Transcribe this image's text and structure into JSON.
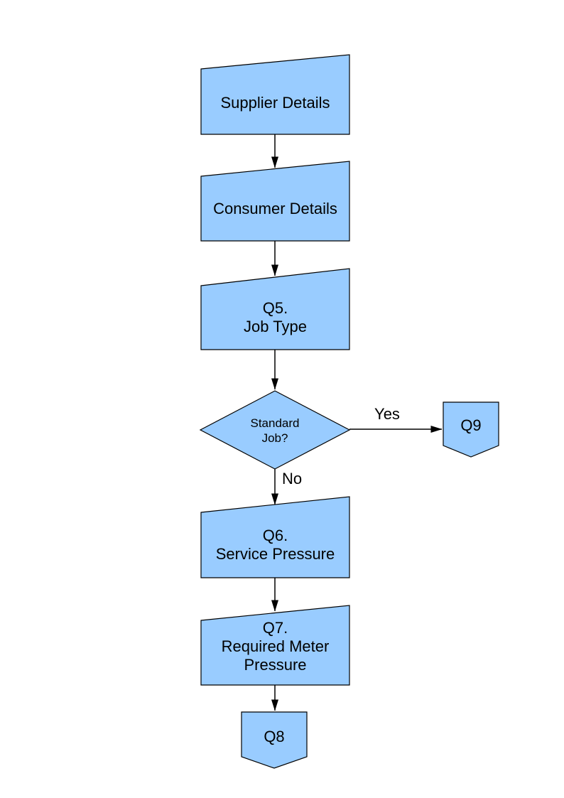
{
  "diagram": {
    "background": "#ffffff",
    "shape_fill": "#99ccff",
    "shape_stroke": "#000000",
    "text_color": "#000000",
    "nodes": {
      "supplier": {
        "label": "Supplier Details"
      },
      "consumer": {
        "label": "Consumer Details"
      },
      "q5": {
        "label": "Q5.\nJob Type"
      },
      "decision": {
        "label": "Standard\nJob?"
      },
      "q9": {
        "label": "Q9"
      },
      "q6": {
        "label": "Q6.\nService Pressure"
      },
      "q7": {
        "label": "Q7.\nRequired Meter\nPressure"
      },
      "q8": {
        "label": "Q8"
      }
    },
    "edges": {
      "yes_label": "Yes",
      "no_label": "No"
    }
  }
}
